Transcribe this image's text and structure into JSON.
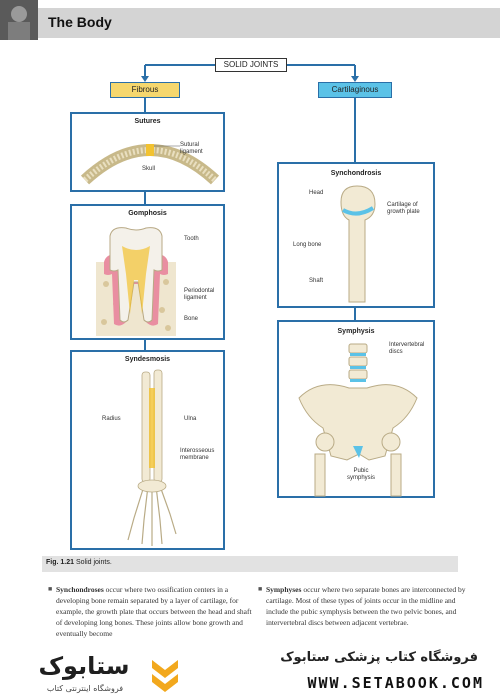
{
  "header": {
    "title": "The Body"
  },
  "diagram": {
    "root_label": "SOLID JOINTS",
    "fibrous_label": "Fibrous",
    "cartilaginous_label": "Cartilaginous",
    "sutures": {
      "title": "Sutures",
      "sutural_ligament": "Sutural ligament",
      "skull": "Skull"
    },
    "gomphosis": {
      "title": "Gomphosis",
      "tooth": "Tooth",
      "periodontal": "Periodontal ligament",
      "bone": "Bone"
    },
    "syndesmosis": {
      "title": "Syndesmosis",
      "radius": "Radius",
      "ulna": "Ulna",
      "membrane": "Interosseous membrane"
    },
    "synchondrosis": {
      "title": "Synchondrosis",
      "head": "Head",
      "cartilage": "Cartilage of growth plate",
      "long_bone": "Long bone",
      "shaft": "Shaft"
    },
    "symphysis": {
      "title": "Symphysis",
      "discs": "Intervertebral discs",
      "pubic": "Pubic symphysis"
    },
    "colors": {
      "blue": "#2a6fa8",
      "fibrous": "#f5d76e",
      "cartilaginous": "#5bc2e7"
    }
  },
  "caption": {
    "fig": "Fig. 1.21",
    "text": "Solid joints."
  },
  "body": {
    "left_term": "Synchondroses",
    "left_text": " occur where two ossification centers in a developing bone remain separated by a layer of cartilage, for example, the growth plate that occurs between the head and shaft of developing long bones. These joints allow bone growth and eventually become",
    "right_term": "Symphyses",
    "right_text": " occur where two separate bones are interconnected by cartilage. Most of these types of joints occur in the midline and include the pubic symphysis between the two pelvic bones, and intervertebral discs between adjacent vertebrae."
  },
  "footer": {
    "logo_text": "ستابوک",
    "logo_sub": "فروشگاه اینترنتی کتاب",
    "shop_name": "فروشگاه کتاب پزشکی ستابوک",
    "url": "WWW.SETABOOK.COM"
  }
}
